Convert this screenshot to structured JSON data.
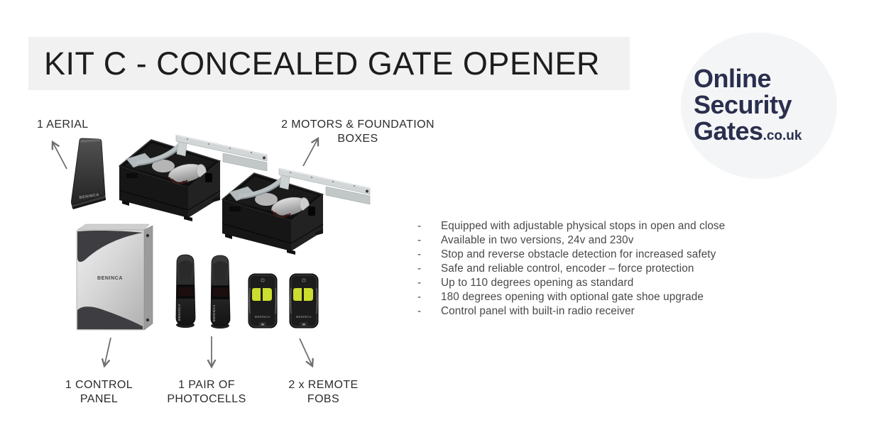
{
  "title": "KIT C - CONCEALED GATE OPENER",
  "logo": {
    "line1": "Online",
    "line2": "Security",
    "line3": "Gates",
    "suffix": ".co.uk"
  },
  "brand": "BENINCA",
  "bullet_char": "-",
  "callouts": {
    "aerial": "1 AERIAL",
    "motors_line1": "2 MOTORS & FOUNDATION",
    "motors_line2": "BOXES",
    "control_line1": "1 CONTROL",
    "control_line2": "PANEL",
    "photocells_line1": "1 PAIR OF",
    "photocells_line2": "PHOTOCELLS",
    "fobs_line1": "2 x REMOTE",
    "fobs_line2": "FOBS"
  },
  "features": [
    "Equipped with adjustable physical stops in open and close",
    "Available in two versions, 24v and 230v",
    "Stop and reverse obstacle detection for increased safety",
    "Safe and reliable control, encoder – force protection",
    "Up to 110 degrees opening as standard",
    "180 degrees opening with optional gate shoe upgrade",
    "Control panel with built-in radio receiver"
  ],
  "colors": {
    "banner_bg": "#f1f1f1",
    "title_text": "#1d1d1d",
    "logo_bg": "#f4f5f6",
    "logo_text": "#2a2f4e",
    "label_text": "#2c2c2c",
    "feature_text": "#484848",
    "arrow": "#6f6f6f",
    "fob_button": "#cbdd2e"
  }
}
